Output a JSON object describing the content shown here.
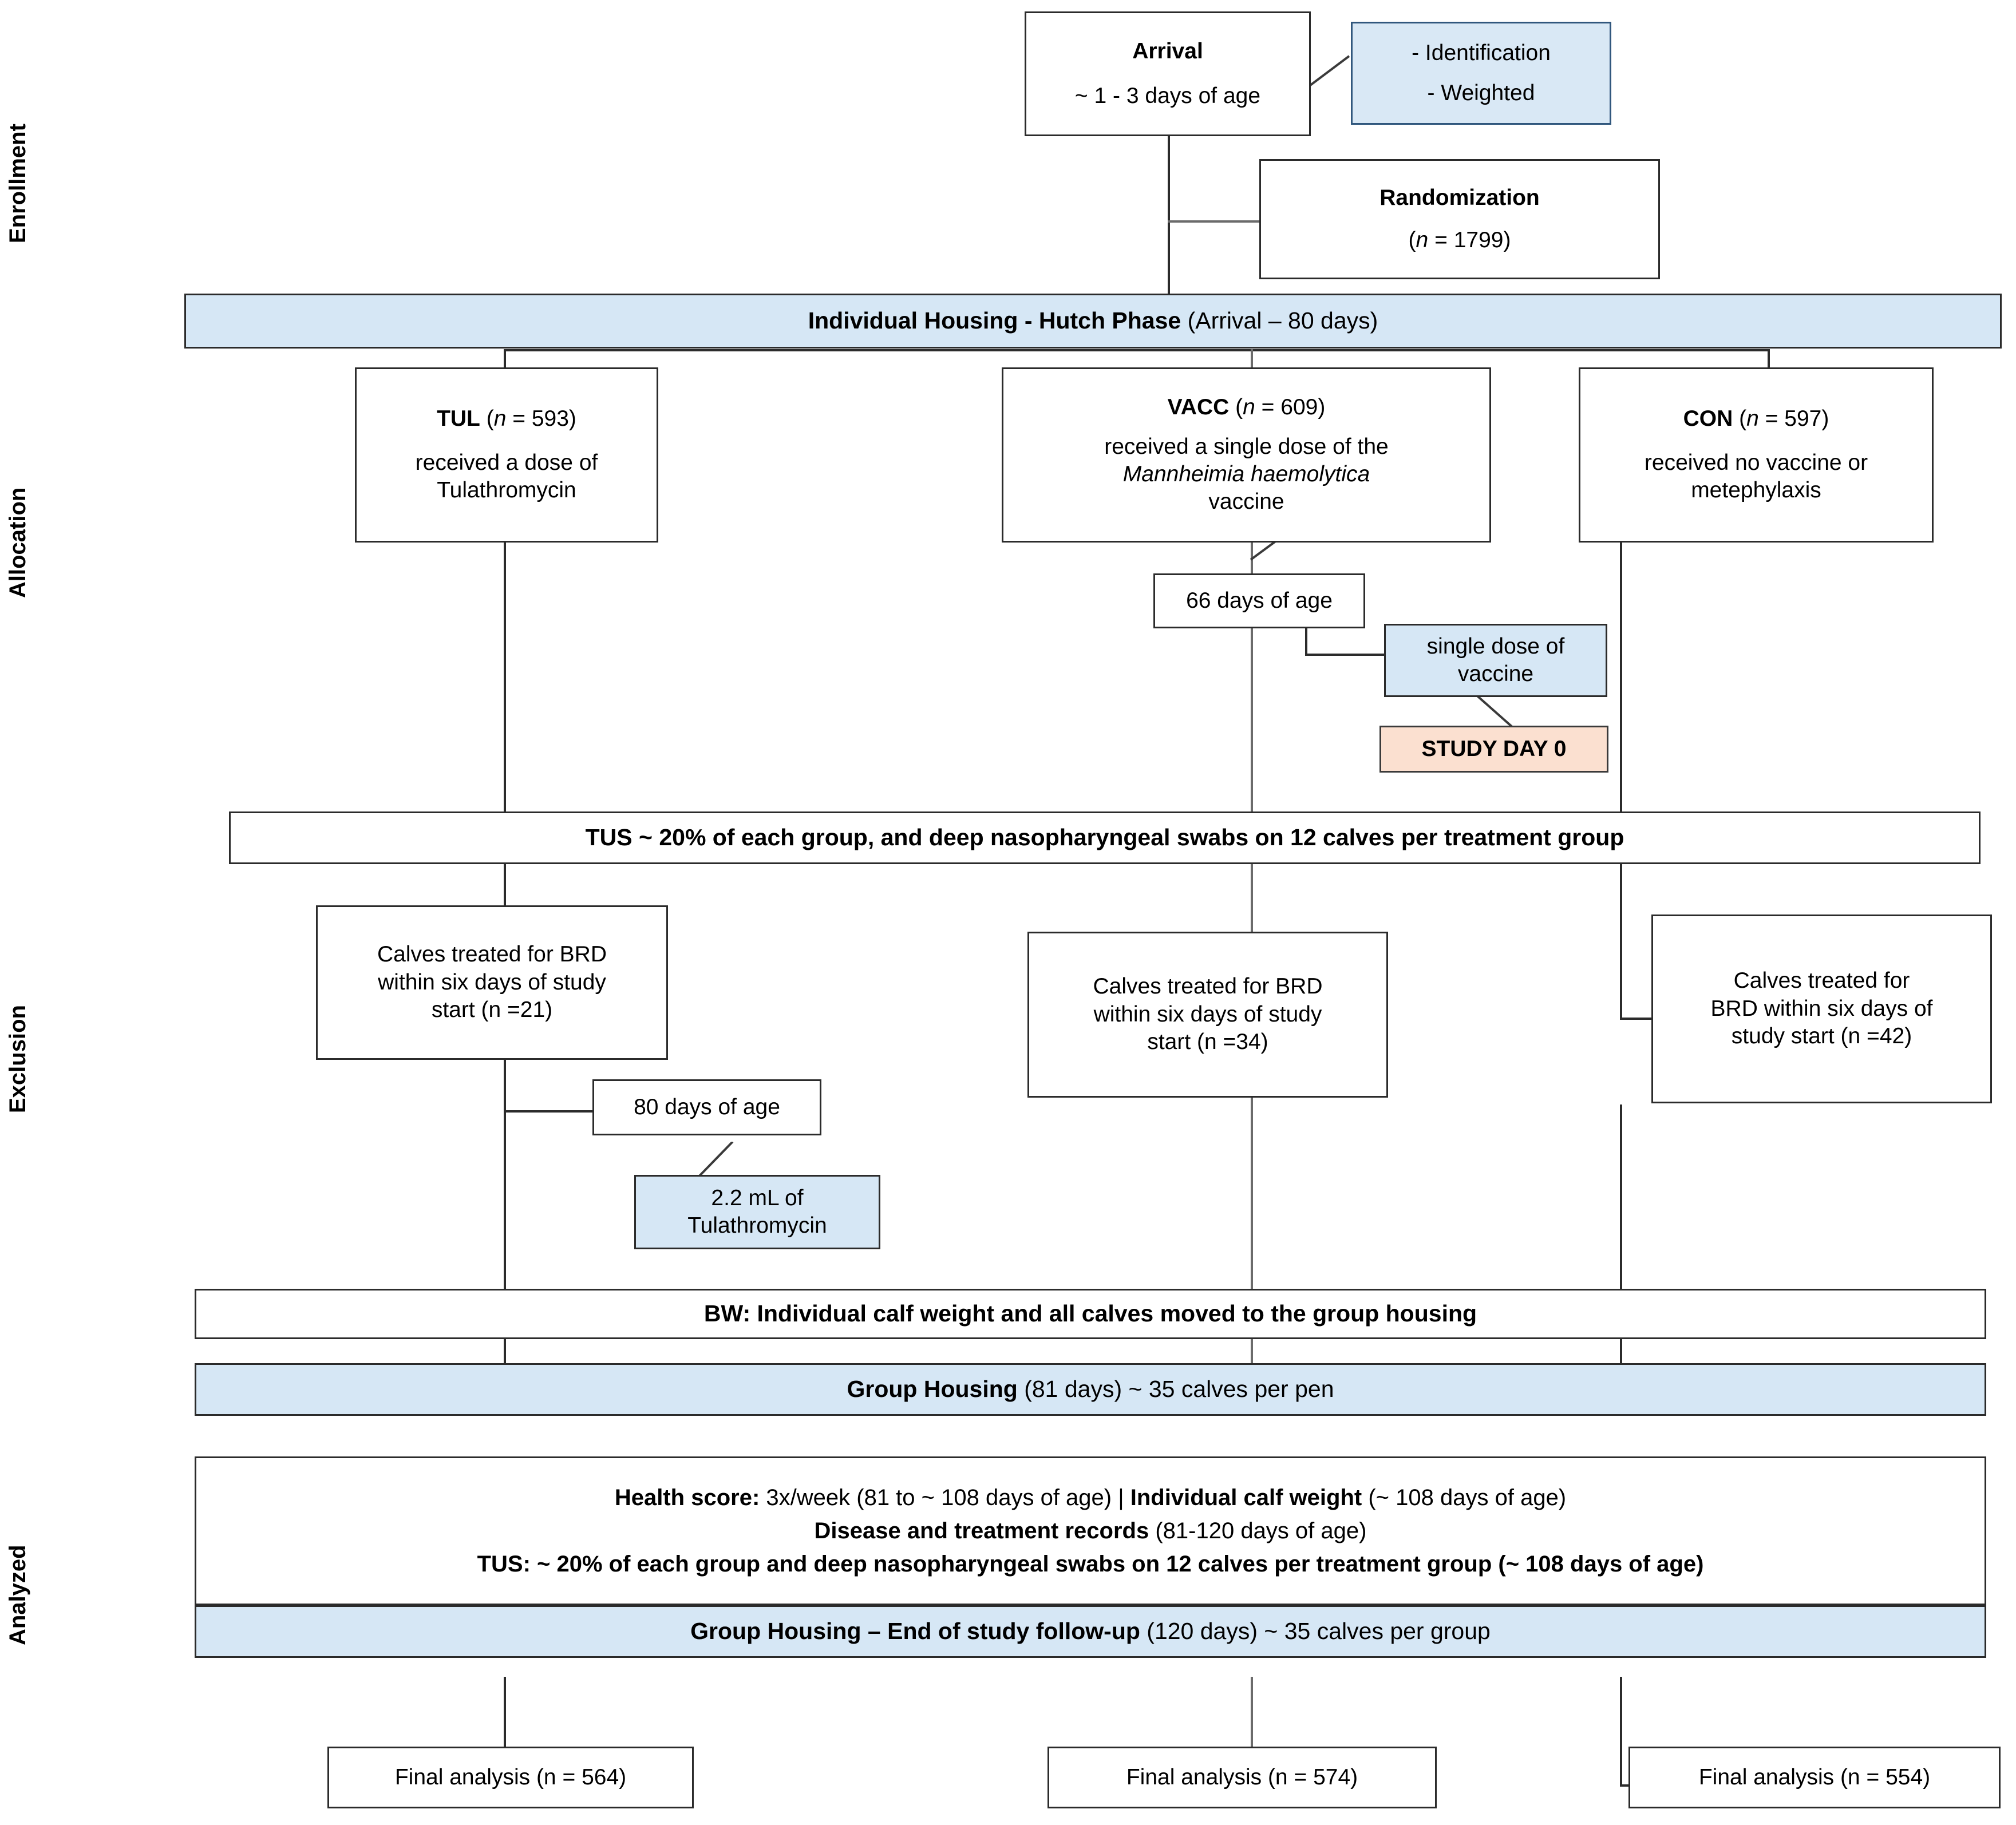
{
  "diagram": {
    "title": "Calf BRD trial CONSORT flow diagram",
    "stages": [
      {
        "id": "enrollment",
        "label": "Enrollment"
      },
      {
        "id": "allocation",
        "label": "Allocation"
      },
      {
        "id": "exclusion",
        "label": "Exclusion"
      },
      {
        "id": "analyzed",
        "label": "Analyzed"
      }
    ],
    "colors": {
      "blue_fill": "#d6e7f5",
      "blue_callout_border": "#31577d",
      "peach_fill": "#fbe0d0",
      "box_border": "#2b2b2b",
      "connector": "#2b2b2b"
    },
    "nodes": {
      "arrival": {
        "title": "Arrival",
        "detail": "~ 1 - 3 days of age"
      },
      "arrival_callout": {
        "line1": "- Identification",
        "line2": "- Weighted"
      },
      "randomization": {
        "title": "Randomization",
        "n_prefix": "(",
        "n_italic": "n",
        "n_value": " = 1799)"
      },
      "individual_housing": {
        "bold": "Individual Housing - Hutch Phase",
        "normal": " (Arrival – 80 days)"
      },
      "tul": {
        "head_bold": "TUL",
        "head_paren_open": " (",
        "head_italic": "n",
        "head_rest": " = 593)",
        "body_line1": "received a dose of",
        "body_line2": "Tulathromycin"
      },
      "vacc": {
        "head_bold": "VACC",
        "head_paren_open": " (",
        "head_italic": "n",
        "head_rest": " = 609)",
        "body_line1": "received a single dose of the",
        "body_line2_italic": "Mannheimia haemolytica",
        "body_line3": "vaccine"
      },
      "con": {
        "head_bold": "CON",
        "head_paren_open": " (",
        "head_italic": "n",
        "head_rest": " = 597)",
        "body_line1": "received no vaccine or",
        "body_line2": "metephylaxis"
      },
      "age66": {
        "text": "66 days of age"
      },
      "single_dose_vaccine": {
        "line1": "single dose of",
        "line2": "vaccine"
      },
      "study_day_0": {
        "text": "STUDY DAY 0"
      },
      "tus_bar": {
        "text": "TUS ~ 20% of each group, and deep nasopharyngeal swabs on 12 calves per treatment group"
      },
      "excl_tul": {
        "line1": "Calves treated for BRD",
        "line2": "within six days of study",
        "line3": "start (n =21)"
      },
      "excl_vacc": {
        "line1": "Calves treated for BRD",
        "line2": "within six days of study",
        "line3": "start (n =34)"
      },
      "excl_con": {
        "line1": "Calves treated for",
        "line2": "BRD within six days of",
        "line3": "study start (n =42)"
      },
      "age80": {
        "text": "80 days of age"
      },
      "dose_tulathromycin": {
        "line1": "2.2 mL of",
        "line2": "Tulathromycin"
      },
      "bw_bar": {
        "bold": "BW:",
        "normal": " Individual calf weight and all calves moved to the group housing"
      },
      "group_housing_bar": {
        "bold": "Group Housing",
        "normal": " (81 days) ~ 35 calves per pen"
      },
      "analyzed_block": {
        "line1_bold_a": "Health score:",
        "line1_norm_a": " 3x/week (81 to ~ 108 days of age) | ",
        "line1_bold_b": "Individual calf weight",
        "line1_norm_b": " (~ 108 days of age)",
        "line2_bold": "Disease and treatment records",
        "line2_norm": " (81-120 days of age)",
        "line3_bold": "TUS: ~ 20% of each group and deep nasopharyngeal swabs on 12 calves per treatment group (~ 108 days of age)"
      },
      "end_of_study_bar": {
        "bold": "Group Housing – End of study follow-up",
        "normal": " (120 days) ~ 35 calves per group"
      },
      "final_tul": {
        "text": "Final analysis (n = 564)"
      },
      "final_vacc": {
        "text": "Final analysis  (n = 574)"
      },
      "final_con": {
        "text": "Final analysis  (n = 554)"
      }
    }
  }
}
